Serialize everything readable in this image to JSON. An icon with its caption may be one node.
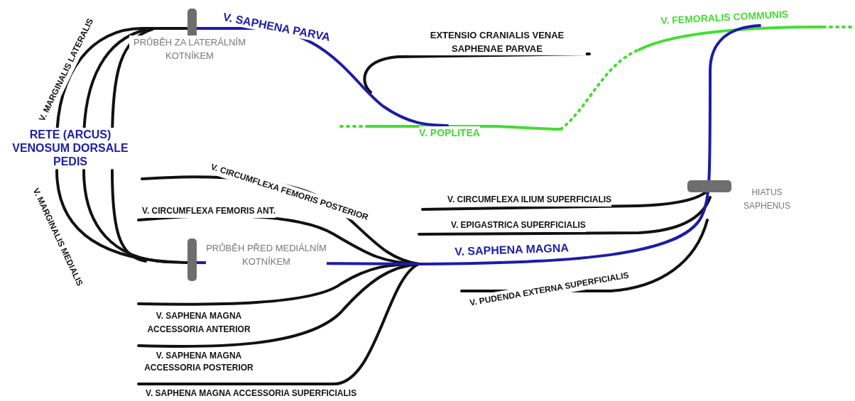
{
  "diagram": {
    "labels": [
      "V. MARGINALIS LATERALIS",
      "V. SAPHENA PARVA",
      "PRŮBĚH ZA LATERÁLNÍM KOTNÍKEM",
      "EXTENSIO CRANIALIS VENAE SAPHENAE PARVAE",
      "V. FEMORALIS COMMUNIS",
      "RETE (ARCUS) VENOSUM DORSALE PEDIS",
      "V. POPLITEA",
      "V. CIRCUMFLEXA FEMORIS POSTERIOR",
      "HIATUS SAPHENUS",
      "V. CIRCUMFLEXA ILIUM SUPERFICIALIS",
      "V. CIRCUMFLEXA FEMORIS ANT.",
      "V. EPIGASTRICA SUPERFICIALIS",
      "V. MARGINALIS MEDIALIS",
      "PRŮBĚH PŘED MEDIÁLNÍM KOTNÍKEM",
      "V. SAPHENA MAGNA",
      "V. PUDENDA EXTERNA SUPERFICIALIS",
      "V. SAPHENA MAGNA ACCESSORIA ANTERIOR",
      "V. SAPHENA MAGNA ACCESSORIA POSTERIOR",
      "V. SAPHENA MAGNA ACCESSORIA SUPERFICIALIS"
    ]
  }
}
